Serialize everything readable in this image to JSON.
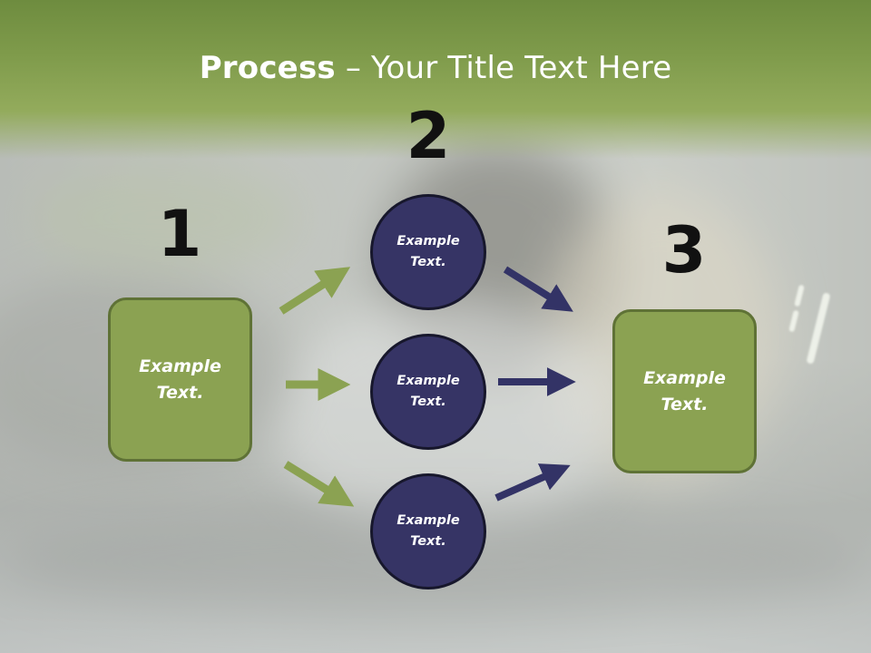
{
  "title": {
    "bold": "Process",
    "rest": " – Your Title Text Here"
  },
  "steps": {
    "one": "1",
    "two": "2",
    "three": "3"
  },
  "left_box": {
    "line1": "Example",
    "line2": "Text."
  },
  "right_box": {
    "line1": "Example",
    "line2": "Text."
  },
  "circles": [
    {
      "line1": "Example",
      "line2": "Text."
    },
    {
      "line1": "Example",
      "line2": "Text."
    },
    {
      "line1": "Example",
      "line2": "Text."
    }
  ],
  "colors": {
    "green_fill": "#8ba252",
    "green_border": "#5f7236",
    "navy_fill": "#363465",
    "navy_border": "#17172c",
    "arrow_green": "#8ba252",
    "arrow_navy": "#333366"
  }
}
